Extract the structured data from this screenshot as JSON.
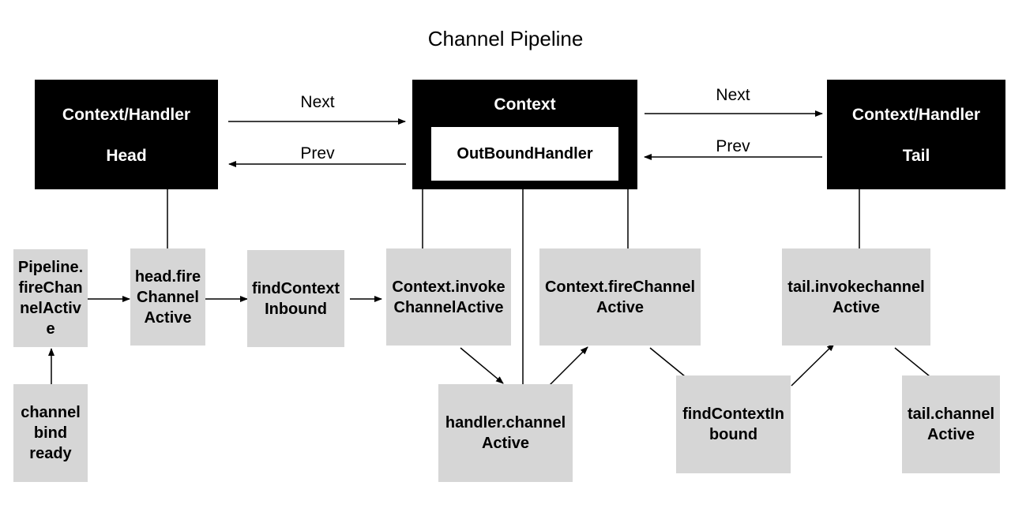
{
  "title": "Channel Pipeline",
  "contexts": {
    "head": {
      "line1": "Context/Handler",
      "line2": "Head"
    },
    "middle": {
      "label": "Context",
      "inner": "OutBoundHandler"
    },
    "tail": {
      "line1": "Context/Handler",
      "line2": "Tail"
    }
  },
  "links": {
    "next_left": "Next",
    "prev_left": "Prev",
    "next_right": "Next",
    "prev_right": "Prev"
  },
  "steps": {
    "pipeline_fire": "Pipeline.\nfireChan\nnelActiv\ne",
    "channel_bind": "channel\nbind\nready",
    "head_fire": "head.fire\nChannel\nActive",
    "find_context_inbound_1": "findContext\nInbound",
    "context_invoke": "Context.invoke\nChannelActive",
    "handler_active": "handler.channel\nActive",
    "context_fire": "Context.fireChannel\nActive",
    "find_context_inbound_2": "findContextIn\nbound",
    "tail_invoke": "tail.invokechannel\nActive",
    "tail_active": "tail.channel\nActive"
  },
  "colors": {
    "block": "#000000",
    "step": "#d6d6d6",
    "line": "#000000",
    "background": "#ffffff"
  }
}
